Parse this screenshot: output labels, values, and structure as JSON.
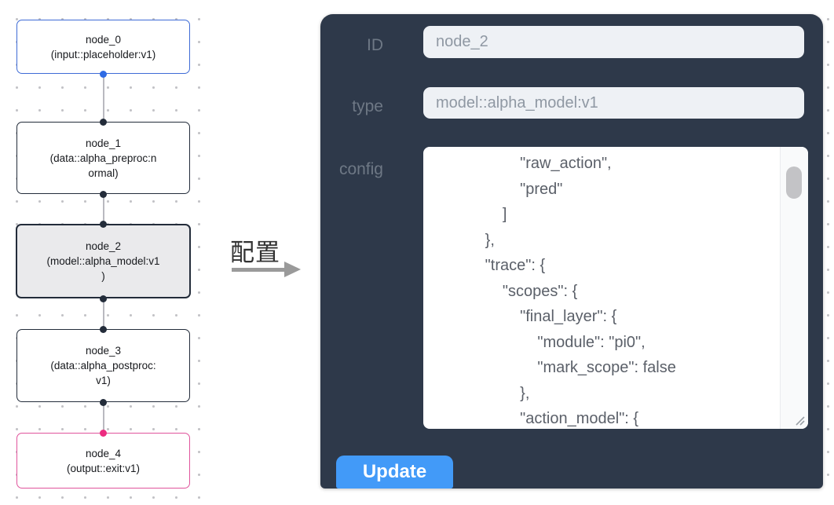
{
  "flow": {
    "nodes": [
      {
        "id": "node_0",
        "sub": "(input::placeholder:v1)"
      },
      {
        "id": "node_1",
        "sub": "(data::alpha_preproc:n\normal)"
      },
      {
        "id": "node_2",
        "sub": "(model::alpha_model:v1\n)"
      },
      {
        "id": "node_3",
        "sub": "(data::alpha_postproc:\nv1)"
      },
      {
        "id": "node_4",
        "sub": "(output::exit:v1)"
      }
    ],
    "colors": {
      "input_node_border": "#3e6bd6",
      "default_node_border": "#232c3a",
      "output_node_border": "#e0549c",
      "selected_node_fill": "#eaeaec",
      "handle_blue": "#2f6be4",
      "handle_dark": "#232c3a",
      "handle_pink": "#ec2c80",
      "edge": "#b9b9c0"
    }
  },
  "transfer": {
    "label": "配置",
    "arrow_color": "#9a9a9a"
  },
  "panel": {
    "bg": "#2e394a",
    "accent": "#429af8",
    "fields": {
      "id": {
        "label": "ID",
        "value": "node_2"
      },
      "type": {
        "label": "type",
        "value": "model::alpha_model:v1"
      },
      "config": {
        "label": "config",
        "text": "                    \"raw_action\",\n                    \"pred\"\n                ]\n            },\n            \"trace\": {\n                \"scopes\": {\n                    \"final_layer\": {\n                        \"module\": \"pi0\",\n                        \"mark_scope\": false\n                    },\n                    \"action_model\": {"
      }
    },
    "update_label": "Update"
  }
}
